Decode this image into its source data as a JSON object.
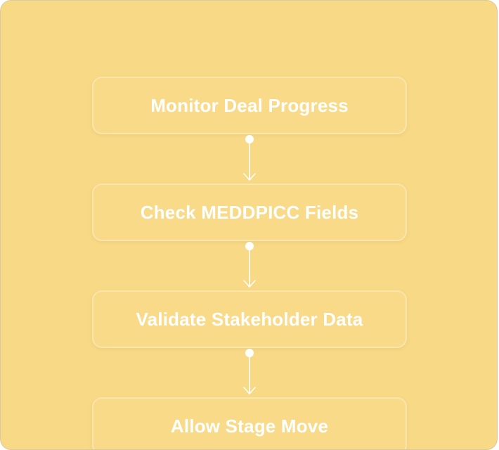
{
  "flow": {
    "steps": [
      {
        "label": "Monitor Deal Progress"
      },
      {
        "label": "Check MEDDPICC Fields"
      },
      {
        "label": "Validate Stakeholder Data"
      },
      {
        "label": "Allow Stage Move"
      }
    ]
  },
  "colors": {
    "background": "#f8d985",
    "text": "#ffffff",
    "connector": "#ffffff"
  }
}
